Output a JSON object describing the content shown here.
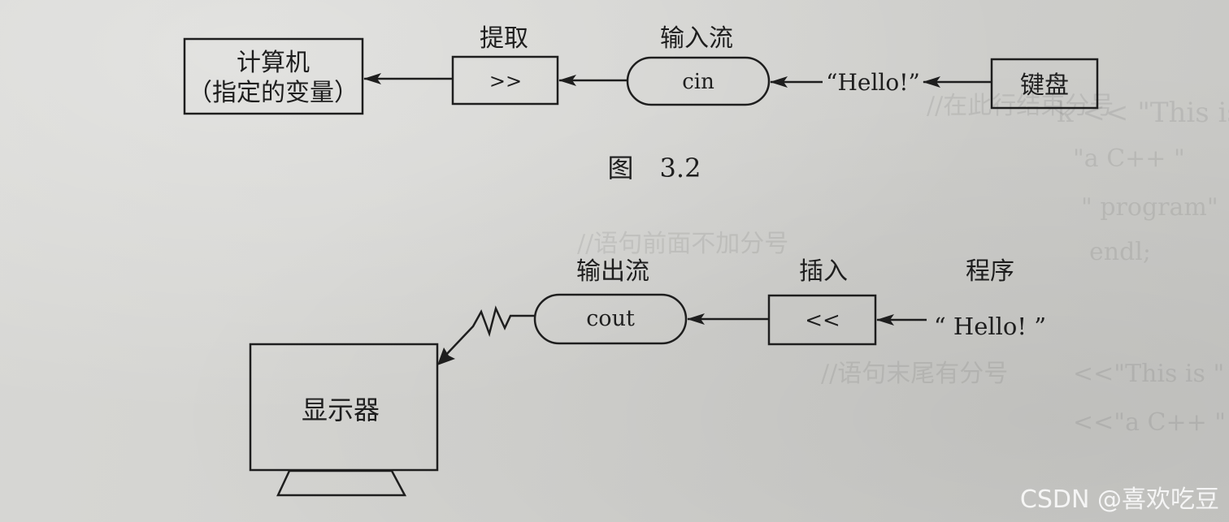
{
  "figure1": {
    "computer_box": {
      "line1": "计算机",
      "line2": "（指定的变量）"
    },
    "extract_label": "提取",
    "extract_operator": ">>",
    "input_stream_label": "输入流",
    "cin_label": "cin",
    "hello_text": "“Hello!”",
    "keyboard_label": "键盘",
    "caption": "图　3.2"
  },
  "figure2": {
    "output_stream_label": "输出流",
    "cout_label": "cout",
    "insert_label": "插入",
    "insert_operator": "<<",
    "program_label": "程序",
    "hello_text": "“ Hello! ”",
    "monitor_label": "显示器"
  },
  "watermark": "CSDN @喜欢吃豆"
}
